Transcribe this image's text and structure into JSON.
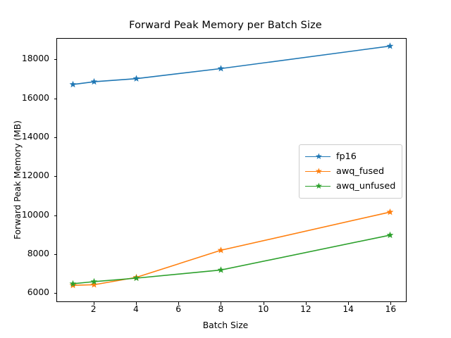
{
  "chart_data": {
    "type": "line",
    "title": "Forward Peak Memory per Batch Size",
    "xlabel": "Batch Size",
    "ylabel": "Forward Peak Memory (MB)",
    "x": [
      1,
      2,
      4,
      8,
      16
    ],
    "xlim": [
      0.25,
      16.75
    ],
    "ylim": [
      5540,
      19100
    ],
    "xticks": [
      2,
      4,
      6,
      8,
      10,
      12,
      14,
      16
    ],
    "yticks": [
      6000,
      8000,
      10000,
      12000,
      14000,
      16000,
      18000
    ],
    "grid": false,
    "legend_position": "center right",
    "marker": "star",
    "series": [
      {
        "name": "fp16",
        "color": "#1f77b4",
        "values": [
          16740,
          16880,
          17040,
          17560,
          18720
        ]
      },
      {
        "name": "awq_fused",
        "color": "#ff7f0e",
        "values": [
          6370,
          6400,
          6780,
          8180,
          10150
        ]
      },
      {
        "name": "awq_unfused",
        "color": "#2ca02c",
        "values": [
          6450,
          6560,
          6740,
          7160,
          8960
        ]
      }
    ]
  },
  "figure": {
    "background": "#ffffff",
    "axes_color": "#000000",
    "legend_border": "#cccccc"
  }
}
